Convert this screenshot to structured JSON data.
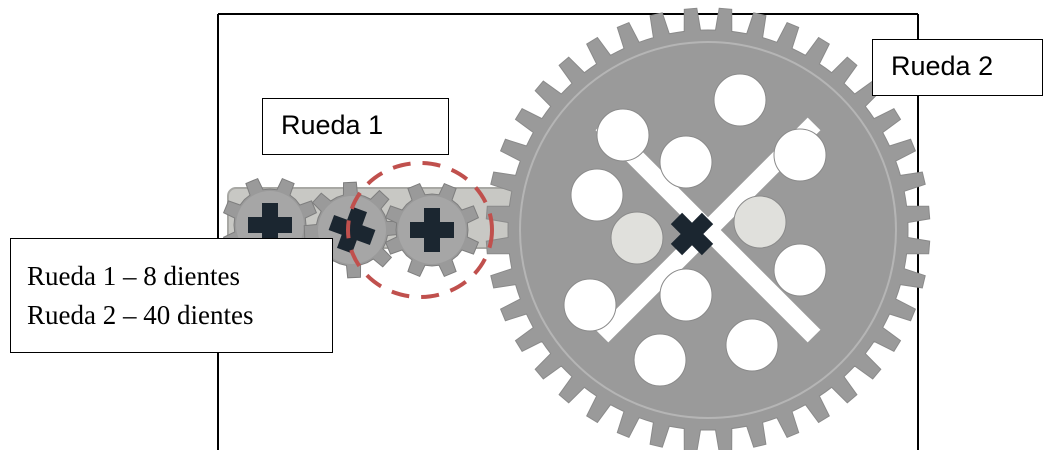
{
  "labels": {
    "gear1": "Rueda 1",
    "gear2": "Rueda 2"
  },
  "info": {
    "line1": "Rueda 1 – 8 dientes",
    "line2": "Rueda 2 – 40 dientes"
  },
  "gears": {
    "small_teeth": 8,
    "large_teeth": 40
  },
  "colors": {
    "gear_gray": "#9a9a9a",
    "gear_dark": "#7f7f7f",
    "axle_cross": "#1b2630",
    "beam": "#c8c8c4",
    "hole": "#ffffff",
    "highlight_circle": "#c0504d",
    "frame": "#000000"
  }
}
